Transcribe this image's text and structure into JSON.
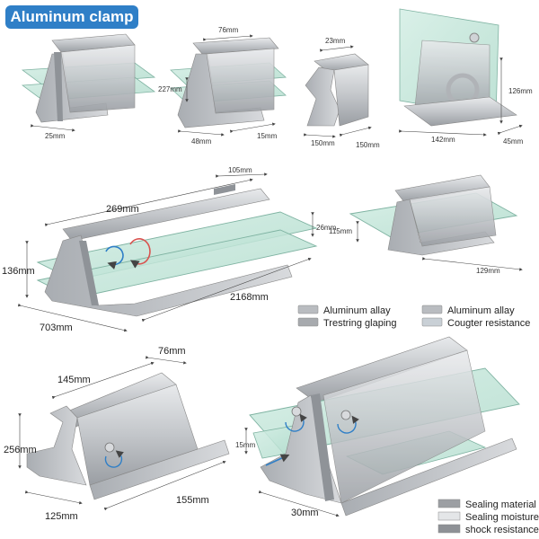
{
  "title": "Aluminum clamp",
  "dimensions": {
    "fig1": [
      "25mm"
    ],
    "fig2": [
      "76mm",
      "227mm",
      "48mm",
      "15mm"
    ],
    "fig3": [
      "23mm",
      "150mm",
      "150mm"
    ],
    "fig4": [
      "126mm",
      "142mm",
      "45mm"
    ],
    "fig5": [
      "269mm",
      "105mm",
      "26mm",
      "136mm",
      "703mm",
      "2168mm"
    ],
    "fig6": [
      "115mm",
      "129mm"
    ],
    "fig7": [
      "145mm",
      "76mm",
      "256mm",
      "125mm",
      "155mm"
    ],
    "fig8": [
      "15mm",
      "30mm"
    ]
  },
  "legend_top": [
    {
      "label": "Aluminum allay",
      "color": "#b9bcc0"
    },
    {
      "label": "Aluminum allay",
      "color": "#b9bcc0"
    },
    {
      "label": "Trestring glaping",
      "color": "#a7aaae"
    },
    {
      "label": "Cougter resistance",
      "color": "#c9d0d6"
    }
  ],
  "legend_bottom": [
    {
      "label": "Sealing material",
      "color": "#9c9fa3"
    },
    {
      "label": "Sealing moisture",
      "color": "#e4e6e8"
    },
    {
      "label": "shock resistance",
      "color": "#8e9196"
    }
  ],
  "colors": {
    "accent": "#2f7fc7",
    "glass": "#bfe3d6",
    "metal": "#c3c6ca",
    "metal_dark": "#8f9398",
    "arrow_blue": "#2f7fc7",
    "arrow_red": "#d9534f"
  }
}
